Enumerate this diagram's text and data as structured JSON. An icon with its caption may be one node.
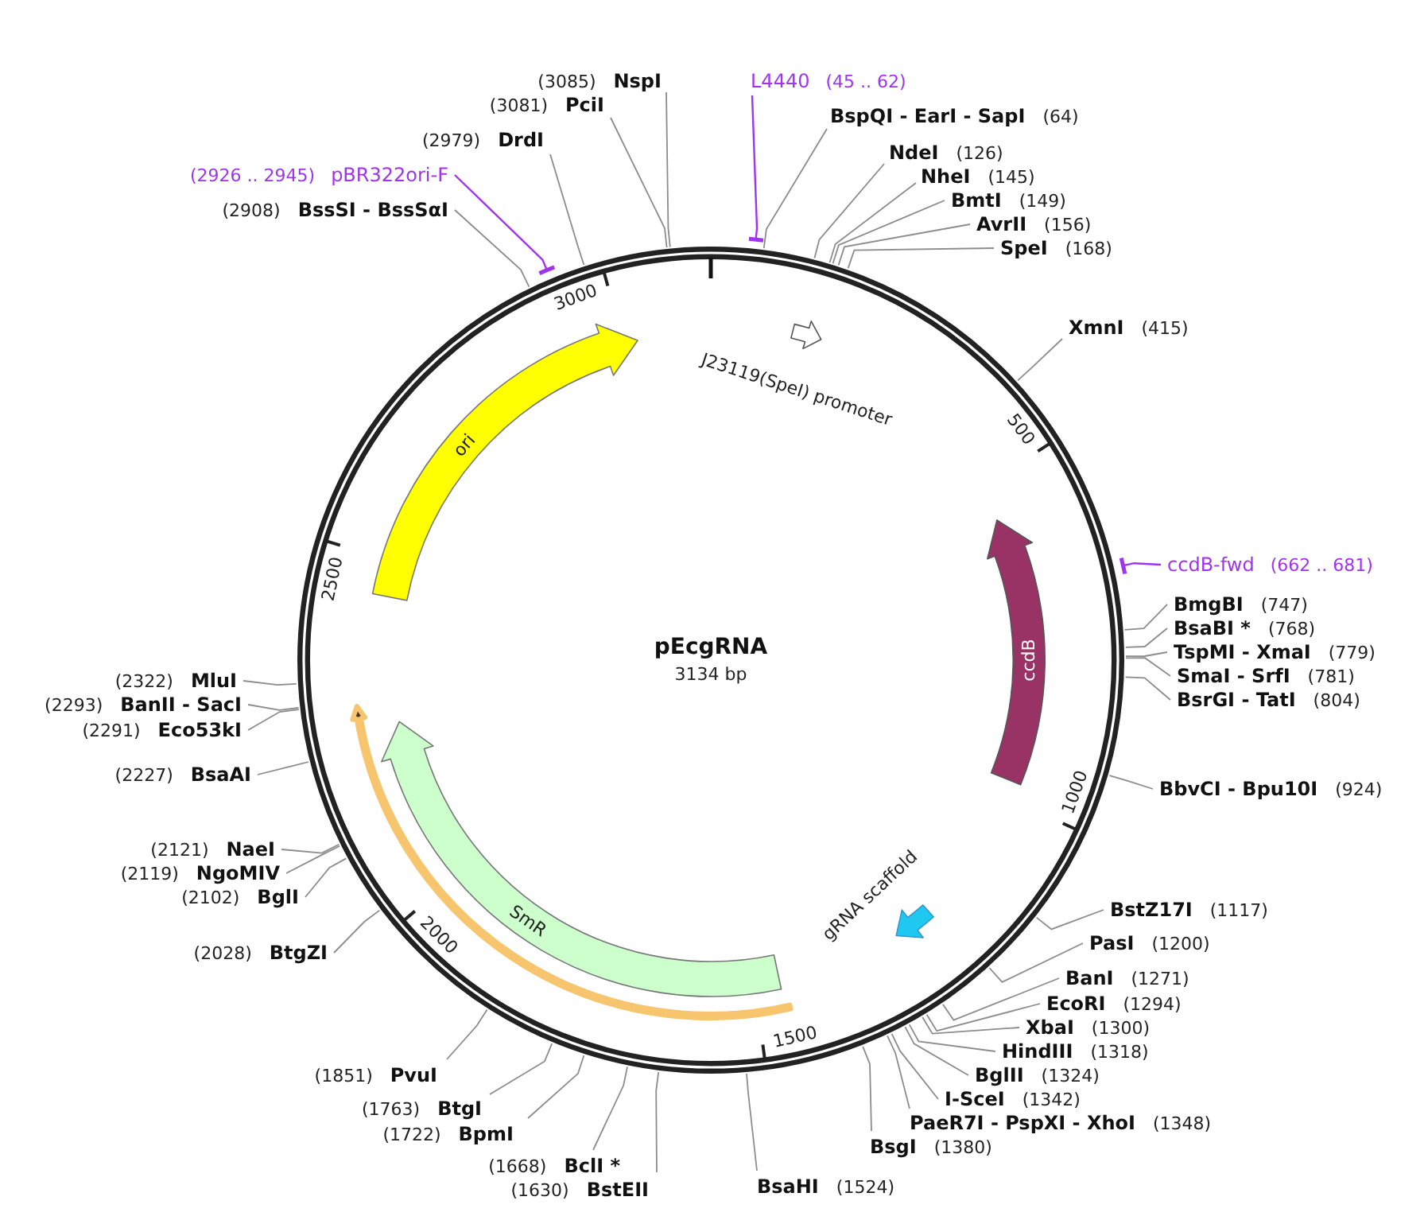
{
  "diagram": {
    "title": "pEcgRNA",
    "nodes": [
      {
        "text": [
          "L4440",
          "(45 .. 62)"
        ]
      },
      {
        "text": [
          "BspQI - EarI - SapI",
          "(64)"
        ]
      },
      {
        "text": [
          "NdeI",
          "(126)"
        ]
      },
      {
        "text": [
          "NheI",
          "(145)"
        ]
      },
      {
        "text": [
          "BmtI",
          "(149)"
        ]
      },
      {
        "text": [
          "AvrII",
          "(156)"
        ]
      },
      {
        "text": [
          "SpeI",
          "(168)"
        ]
      },
      {
        "text": [
          "XmnI",
          "(415)"
        ]
      },
      {
        "text": [
          "ccdB-fwd",
          "(662 .. 681)"
        ]
      },
      {
        "text": [
          "BmgBI",
          "(747)"
        ]
      },
      {
        "text": [
          "BsaBI *",
          "(768)"
        ]
      },
      {
        "text": [
          "TspMI - XmaI",
          "(779)"
        ]
      },
      {
        "text": [
          "SmaI - SrfI",
          "(781)"
        ]
      },
      {
        "text": [
          "BsrGI - TatI",
          "(804)"
        ]
      },
      {
        "text": [
          "BbvCI - Bpu10I",
          "(924)"
        ]
      },
      {
        "text": [
          "BstZ17I",
          "(1117)"
        ]
      },
      {
        "text": [
          "PasI",
          "(1200)"
        ]
      },
      {
        "text": [
          "BanI",
          "(1271)"
        ]
      },
      {
        "text": [
          "EcoRI",
          "(1294)"
        ]
      },
      {
        "text": [
          "XbaI",
          "(1300)"
        ]
      },
      {
        "text": [
          "HindIII",
          "(1318)"
        ]
      },
      {
        "text": [
          "BglII",
          "(1324)"
        ]
      },
      {
        "text": [
          "I-SceI",
          "(1342)"
        ]
      },
      {
        "text": [
          "PaeR7I - PspXI - XhoI",
          "(1348)"
        ]
      },
      {
        "text": [
          "BsgI",
          "(1380)"
        ]
      },
      {
        "text": [
          "BsaHI",
          "(1524)"
        ]
      },
      {
        "text": [
          "(1630)",
          "BstEII"
        ]
      },
      {
        "text": [
          "(1668)",
          "BclI *"
        ]
      },
      {
        "text": [
          "(1722)",
          "BpmI"
        ]
      },
      {
        "text": [
          "(1763)",
          "BtgI"
        ]
      },
      {
        "text": [
          "(1851)",
          "PvuI"
        ]
      },
      {
        "text": [
          "(2028)",
          "BtgZI"
        ]
      },
      {
        "text": [
          "(2102)",
          "BglI"
        ]
      },
      {
        "text": [
          "(2119)",
          "NgoMIV"
        ]
      },
      {
        "text": [
          "(2121)",
          "NaeI"
        ]
      },
      {
        "text": [
          "(2227)",
          "BsaAI"
        ]
      },
      {
        "text": [
          "(2291)",
          "Eco53kI"
        ]
      },
      {
        "text": [
          "(2293)",
          "BanII - SacI"
        ]
      },
      {
        "text": [
          "(2322)",
          "MluI"
        ]
      },
      {
        "text": [
          "(2908)",
          "BssSI - BssSαI"
        ]
      },
      {
        "text": [
          "(2926 .. 2945)",
          "pBR322ori-F"
        ]
      },
      {
        "text": [
          "(2979)",
          "DrdI"
        ]
      },
      {
        "text": [
          "(3081)",
          "PciI"
        ]
      },
      {
        "text": [
          "(3085)",
          "NspI"
        ]
      },
      {
        "text": [
          "ori"
        ]
      },
      {
        "text": [
          "ccdB"
        ]
      },
      {
        "text": [],
        "shape": "arrow",
        "beside": [
          "gRNA scaffold"
        ]
      },
      {
        "text": [],
        "shape": "arrow",
        "beside": [
          "J23119(SpeI) promoter"
        ]
      },
      {
        "text": [
          "SmR"
        ]
      },
      {
        "text": [],
        "shape": "arrow"
      }
    ],
    "edges": [
      {
        "from": 0,
        "to": null,
        "arrow": "none",
        "color": "#a033ee"
      },
      {
        "from": 1,
        "to": null,
        "arrow": "none"
      },
      {
        "from": 2,
        "to": null,
        "arrow": "none"
      },
      {
        "from": 3,
        "to": null,
        "arrow": "none"
      },
      {
        "from": 4,
        "to": null,
        "arrow": "none"
      },
      {
        "from": 5,
        "to": null,
        "arrow": "none"
      },
      {
        "from": 6,
        "to": null,
        "arrow": "none"
      },
      {
        "from": 7,
        "to": null,
        "arrow": "none"
      },
      {
        "from": 8,
        "to": null,
        "arrow": "none",
        "color": "#a033ee"
      },
      {
        "from": 9,
        "to": null,
        "arrow": "none"
      },
      {
        "from": 10,
        "to": null,
        "arrow": "none"
      },
      {
        "from": 11,
        "to": null,
        "arrow": "none"
      },
      {
        "from": 12,
        "to": null,
        "arrow": "none"
      },
      {
        "from": 13,
        "to": null,
        "arrow": "none"
      },
      {
        "from": 14,
        "to": null,
        "arrow": "none"
      },
      {
        "from": 15,
        "to": null,
        "arrow": "none"
      },
      {
        "from": 16,
        "to": null,
        "arrow": "none"
      },
      {
        "from": 17,
        "to": null,
        "arrow": "none"
      },
      {
        "from": 18,
        "to": null,
        "arrow": "none"
      },
      {
        "from": 19,
        "to": null,
        "arrow": "none"
      },
      {
        "from": 20,
        "to": null,
        "arrow": "none"
      },
      {
        "from": 21,
        "to": null,
        "arrow": "none"
      },
      {
        "from": 22,
        "to": null,
        "arrow": "none"
      },
      {
        "from": 23,
        "to": null,
        "arrow": "none"
      },
      {
        "from": 24,
        "to": null,
        "arrow": "none"
      },
      {
        "from": 25,
        "to": null,
        "arrow": "none"
      },
      {
        "from": 26,
        "to": null,
        "arrow": "none"
      },
      {
        "from": 27,
        "to": null,
        "arrow": "none"
      },
      {
        "from": 28,
        "to": null,
        "arrow": "none"
      },
      {
        "from": 29,
        "to": null,
        "arrow": "none"
      },
      {
        "from": 30,
        "to": null,
        "arrow": "none"
      },
      {
        "from": 31,
        "to": null,
        "arrow": "none"
      },
      {
        "from": 32,
        "to": null,
        "arrow": "none"
      },
      {
        "from": 33,
        "to": null,
        "arrow": "none"
      },
      {
        "from": 34,
        "to": null,
        "arrow": "none"
      },
      {
        "from": 35,
        "to": null,
        "arrow": "none"
      },
      {
        "from": 36,
        "to": null,
        "arrow": "none"
      },
      {
        "from": 37,
        "to": null,
        "arrow": "none"
      },
      {
        "from": 38,
        "to": null,
        "arrow": "none"
      },
      {
        "from": 39,
        "to": null,
        "arrow": "none"
      },
      {
        "from": 40,
        "to": null,
        "arrow": "none",
        "color": "#a033ee"
      },
      {
        "from": 41,
        "to": null,
        "arrow": "none"
      },
      {
        "from": 42,
        "to": null,
        "arrow": "none"
      },
      {
        "from": 43,
        "to": null,
        "arrow": "none"
      }
    ],
    "labels": [
      "3134 bp",
      "3000",
      "500",
      "1000",
      "1500",
      "2000",
      "2500"
    ]
  }
}
